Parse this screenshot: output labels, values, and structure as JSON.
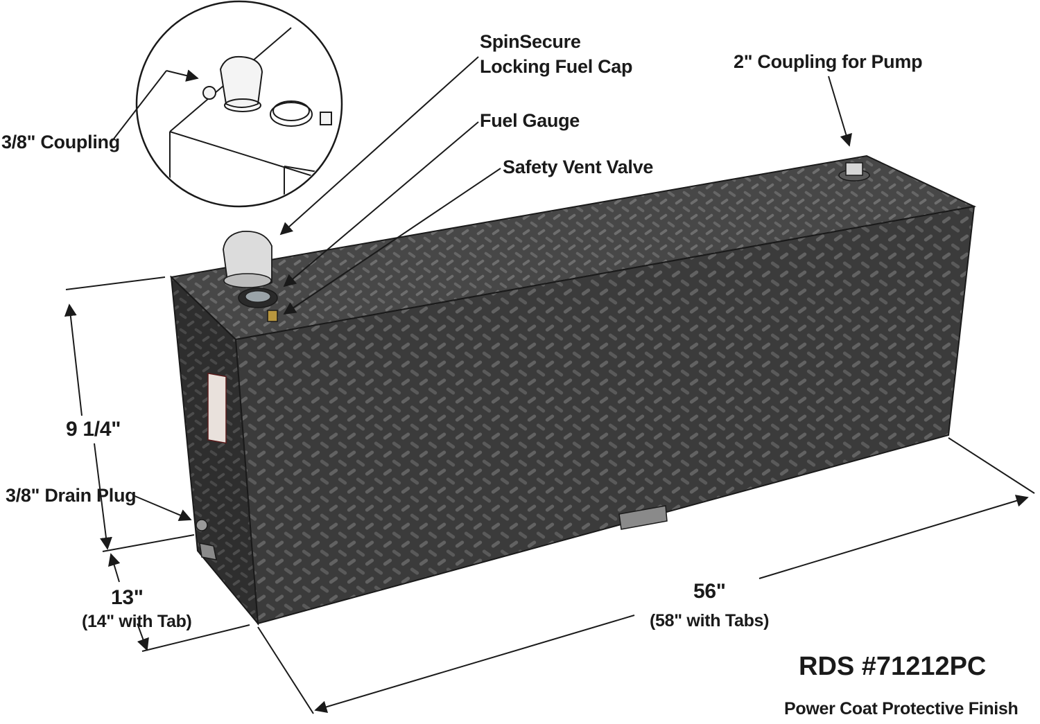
{
  "colors": {
    "tank_front": "#3b3b3b",
    "tank_top": "#4a4a4a",
    "tank_side": "#2c2c2c",
    "tread": "#6a6a6a",
    "line": "#1a1a1a",
    "brass": "#b8963e"
  },
  "callouts": {
    "coupling_38": "3/8\" Coupling",
    "spinsecure_line1": "SpinSecure",
    "spinsecure_line2": "Locking Fuel Cap",
    "fuel_gauge": "Fuel Gauge",
    "safety_vent": "Safety Vent Valve",
    "pump_coupling": "2\" Coupling for Pump",
    "drain_plug": "3/8\" Drain Plug"
  },
  "dimensions": {
    "height": "9 1/4\"",
    "depth": "13\"",
    "depth_note": "(14\" with Tab)",
    "length": "56\"",
    "length_note": "(58\" with Tabs)"
  },
  "product": {
    "model": "RDS #71212PC",
    "finish": "Power Coat Protective Finish"
  }
}
